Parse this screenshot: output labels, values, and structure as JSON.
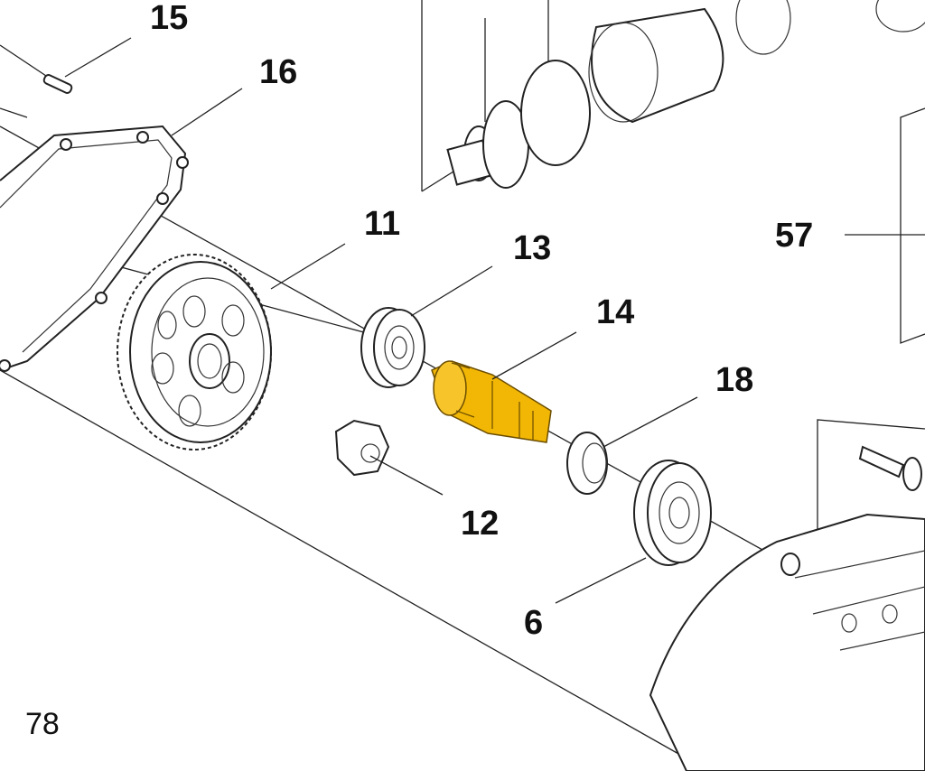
{
  "diagram": {
    "page_number": "78",
    "highlight_color": "#f2b705",
    "callouts": [
      {
        "id": "15",
        "label": "15"
      },
      {
        "id": "16",
        "label": "16"
      },
      {
        "id": "11",
        "label": "11"
      },
      {
        "id": "13",
        "label": "13"
      },
      {
        "id": "14",
        "label": "14"
      },
      {
        "id": "18",
        "label": "18"
      },
      {
        "id": "12",
        "label": "12"
      },
      {
        "id": "6",
        "label": "6"
      },
      {
        "id": "57",
        "label": "57"
      }
    ]
  }
}
